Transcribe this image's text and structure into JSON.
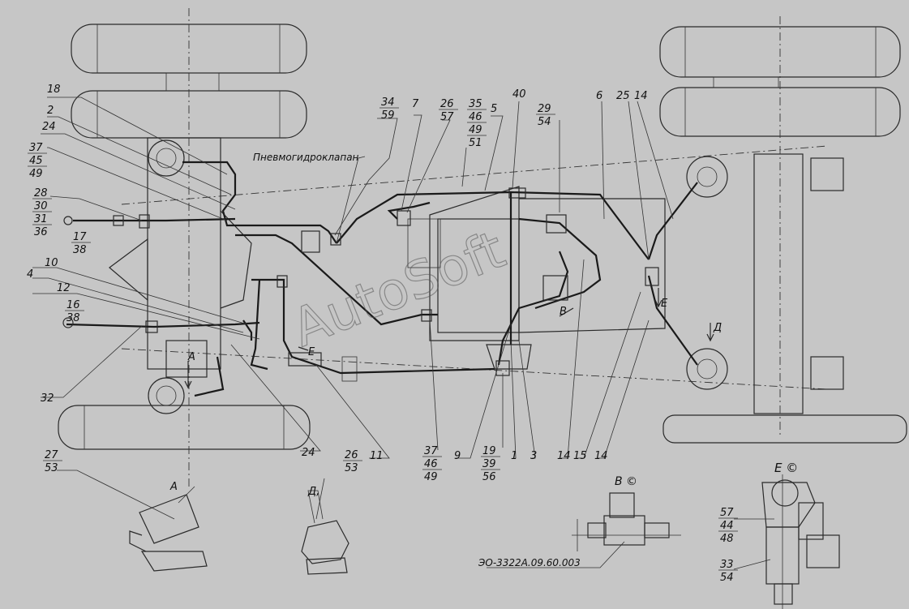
{
  "watermark": "AutoSoft",
  "valve_label": "Пневмогидроклапан",
  "drawing_code": "ЭО-3322А.09.60.003",
  "views": {
    "a_top": "А",
    "a_bottom": "А",
    "d_right": "Д",
    "d_bottom": "Д,",
    "e_right": "Е",
    "e_main": "Е",
    "v_main": "В",
    "e_detail": "Е ©",
    "v_detail": "В ©"
  },
  "callouts": [
    {
      "id": "c18",
      "lines": [
        "18"
      ]
    },
    {
      "id": "c2",
      "lines": [
        "2"
      ]
    },
    {
      "id": "c24a",
      "lines": [
        "24"
      ]
    },
    {
      "id": "c37a",
      "lines": [
        "37",
        "45",
        "49"
      ]
    },
    {
      "id": "c28",
      "lines": [
        "28",
        "30",
        "31",
        "36"
      ]
    },
    {
      "id": "c17",
      "lines": [
        "17",
        "38"
      ]
    },
    {
      "id": "c10",
      "lines": [
        "10"
      ]
    },
    {
      "id": "c4",
      "lines": [
        "4"
      ]
    },
    {
      "id": "c12",
      "lines": [
        "12"
      ]
    },
    {
      "id": "c16",
      "lines": [
        "16",
        "38"
      ]
    },
    {
      "id": "c32",
      "lines": [
        "32"
      ]
    },
    {
      "id": "c24b",
      "lines": [
        "24"
      ]
    },
    {
      "id": "c11",
      "lines": [
        "11"
      ]
    },
    {
      "id": "c34",
      "lines": [
        "34",
        "59"
      ]
    },
    {
      "id": "c7",
      "lines": [
        "7"
      ]
    },
    {
      "id": "c26a",
      "lines": [
        "26",
        "57"
      ]
    },
    {
      "id": "c35",
      "lines": [
        "35",
        "46",
        "49",
        "51"
      ]
    },
    {
      "id": "c5",
      "lines": [
        "5"
      ]
    },
    {
      "id": "c40",
      "lines": [
        "40"
      ]
    },
    {
      "id": "c29",
      "lines": [
        "29",
        "54"
      ]
    },
    {
      "id": "c6",
      "lines": [
        "6"
      ]
    },
    {
      "id": "c25",
      "lines": [
        "25"
      ]
    },
    {
      "id": "c14a",
      "lines": [
        "14"
      ]
    },
    {
      "id": "c37b",
      "lines": [
        "37",
        "46",
        "49"
      ]
    },
    {
      "id": "c9",
      "lines": [
        "9"
      ]
    },
    {
      "id": "c19",
      "lines": [
        "19",
        "39",
        "56"
      ]
    },
    {
      "id": "c1",
      "lines": [
        "1"
      ]
    },
    {
      "id": "c3",
      "lines": [
        "3"
      ]
    },
    {
      "id": "c14b",
      "lines": [
        "14"
      ]
    },
    {
      "id": "c15",
      "lines": [
        "15"
      ]
    },
    {
      "id": "c14c",
      "lines": [
        "14"
      ]
    },
    {
      "id": "c27",
      "lines": [
        "27",
        "53"
      ]
    },
    {
      "id": "c26b",
      "lines": [
        "26",
        "53"
      ]
    },
    {
      "id": "c57",
      "lines": [
        "57",
        "44",
        "48"
      ]
    },
    {
      "id": "c33",
      "lines": [
        "33",
        "54"
      ]
    }
  ]
}
